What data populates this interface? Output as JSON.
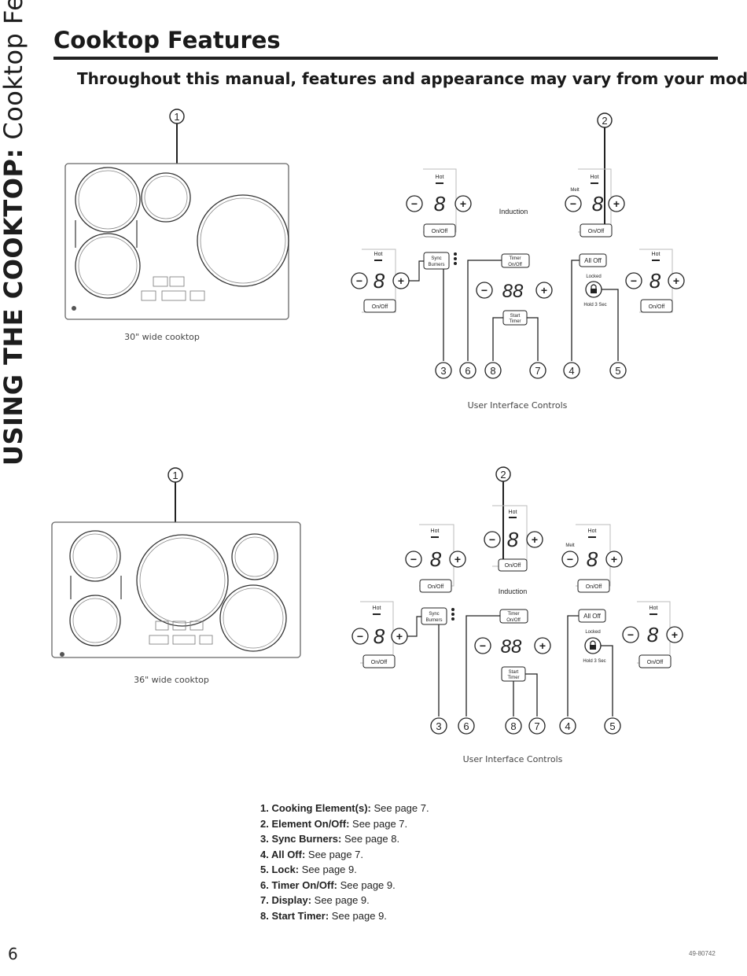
{
  "side_tab": {
    "strong": "USING THE COOKTOP:",
    "light": " Cooktop Features"
  },
  "title": "Cooktop Features",
  "subtitle": "Throughout this manual, features and appearance may vary from your model.",
  "figures": {
    "cooktop30_caption": "30\" wide cooktop",
    "cooktop36_caption": "36\" wide cooktop",
    "ui_caption": "User Interface Controls",
    "callout_1": "1",
    "callout_2": "2",
    "bottom_callouts": [
      "3",
      "6",
      "8",
      "7",
      "4",
      "5"
    ]
  },
  "controls": {
    "hot": "Hot",
    "melt": "Melt",
    "on_off": "On/Off",
    "minus": "−",
    "plus": "+",
    "digit": "8",
    "double_digit": "88",
    "induction": "Induction",
    "sync_line1": "Sync",
    "sync_line2": "Burners",
    "timer_line1": "Timer",
    "timer_line2": "On/Off",
    "start_line1": "Start",
    "start_line2": "Timer",
    "all_off": "All Off",
    "locked": "Locked",
    "hold": "Hold 3 Sec"
  },
  "legend": [
    {
      "term": "1. Cooking Element(s):",
      "ref": " See page 7."
    },
    {
      "term": "2. Element On/Off:",
      "ref": " See page 7."
    },
    {
      "term": "3. Sync Burners:",
      "ref": " See page 8."
    },
    {
      "term": "4. All Off:",
      "ref": " See page 7."
    },
    {
      "term": "5. Lock:",
      "ref": " See page 9."
    },
    {
      "term": "6. Timer On/Off:",
      "ref": " See page 9."
    },
    {
      "term": "7. Display:",
      "ref": " See page 9."
    },
    {
      "term": "8. Start Timer:",
      "ref": " See page 9."
    }
  ],
  "page_number": "6",
  "doc_code": "49-80742"
}
